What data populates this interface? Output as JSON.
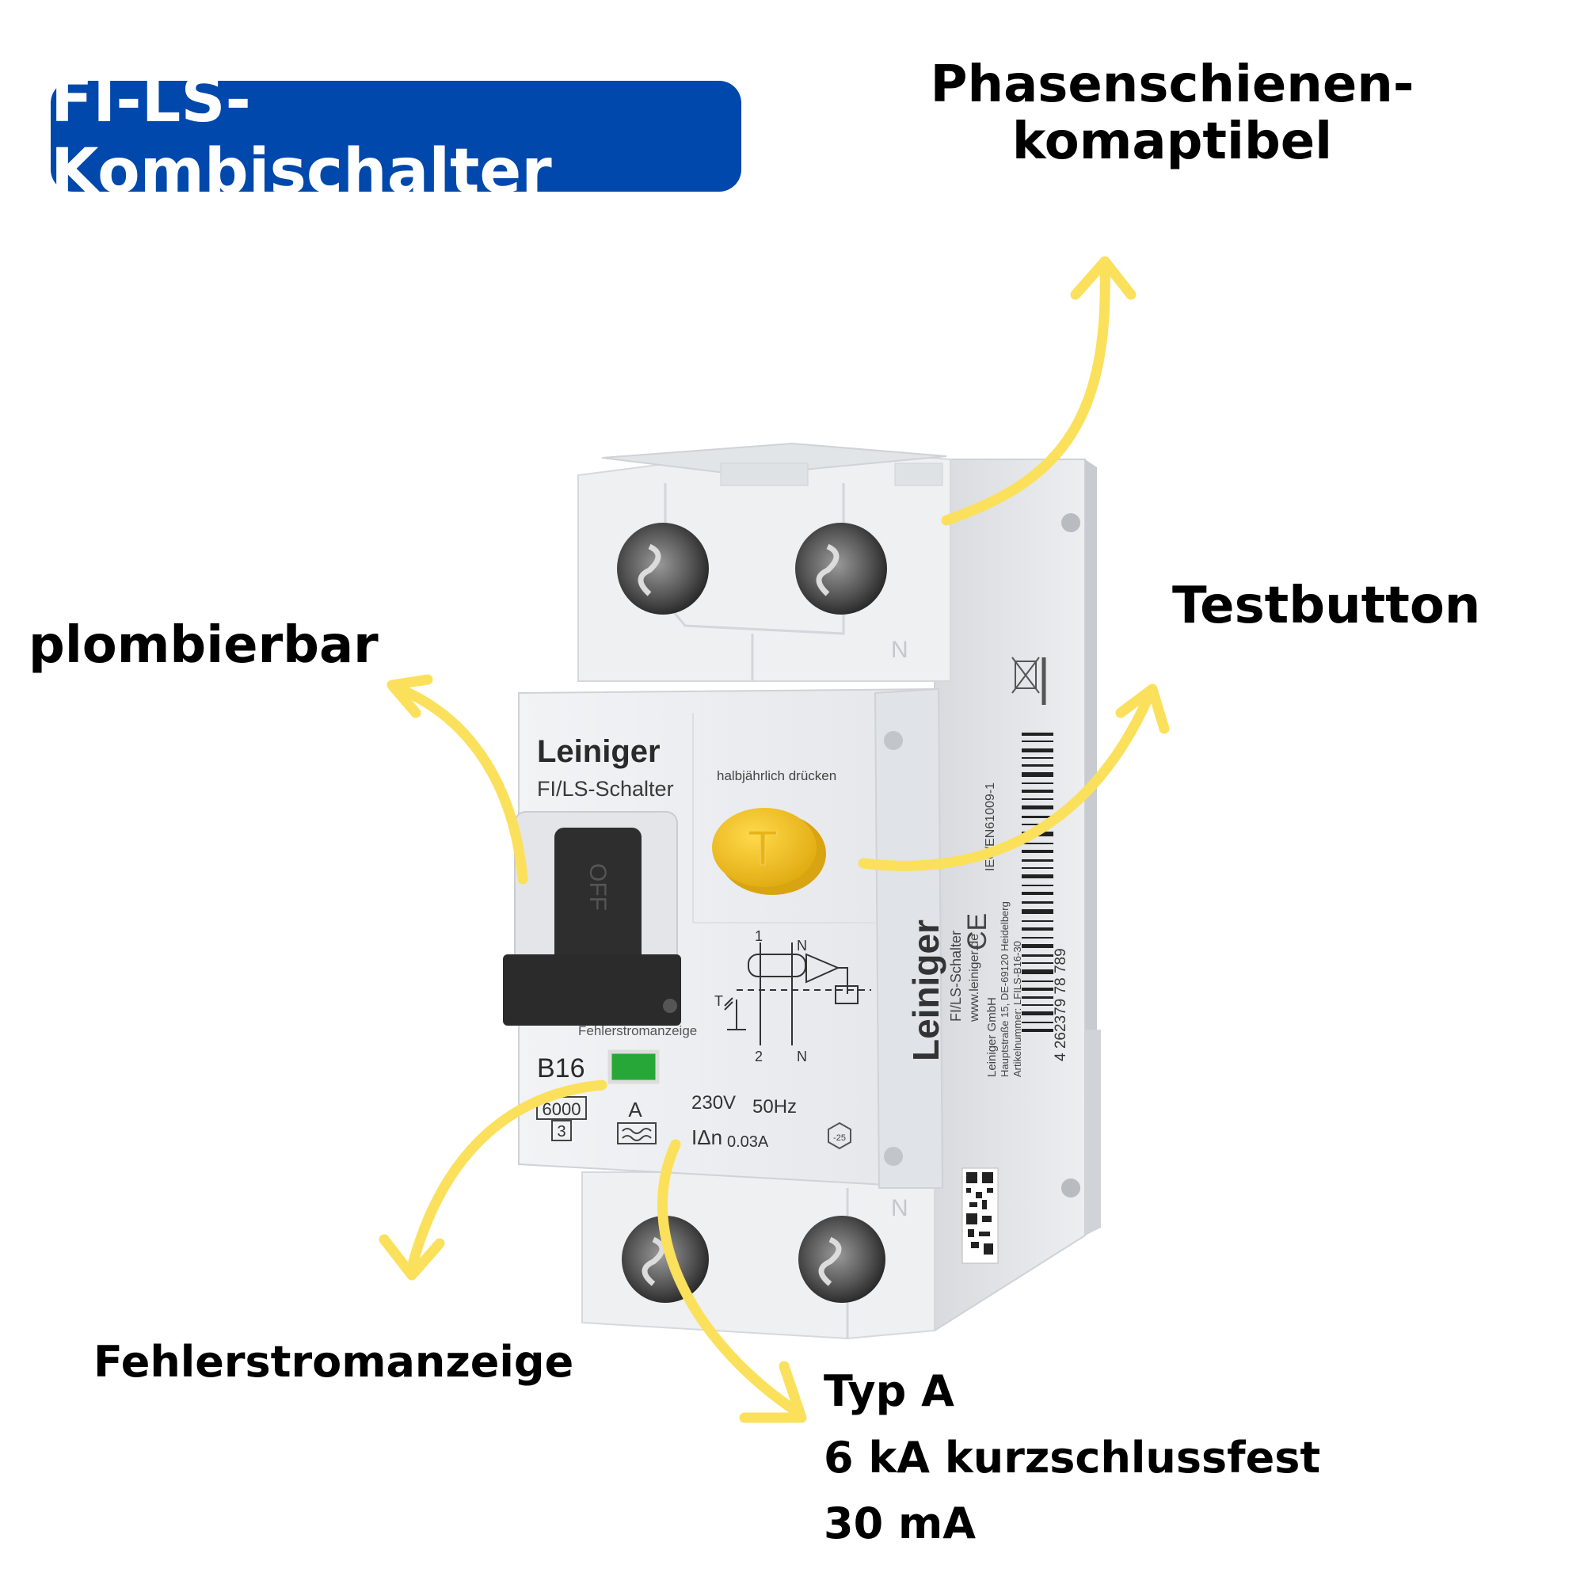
{
  "title": "FI-LS-Kombischalter",
  "callouts": {
    "phase_line1": "Phasenschienen-",
    "phase_line2": "komaptibel",
    "plombierbar": "plombierbar",
    "testbutton": "Testbutton",
    "fehlerstromanzeige": "Fehlerstromanzeige",
    "typ_a": "Typ A",
    "kurzschluss": "6 kA kurzschlussfest",
    "ma": "30 mA"
  },
  "device": {
    "brand": "Leiniger",
    "model": "FI/LS-Schalter",
    "test_hint": "halbjährlich drücken",
    "test_letter": "T",
    "toggle_label": "OFF",
    "indicator_label": "Fehlerstromanzeige",
    "rating": "B16",
    "breaking_capacity": "6000",
    "class": "3",
    "type_letter": "A",
    "voltage": "230V",
    "frequency": "50Hz",
    "residual_label": "IΔn",
    "residual_value": "0.03A",
    "temp": "-25",
    "neutral": "N",
    "diagram_1": "1",
    "diagram_2": "2",
    "diagram_n": "N",
    "diagram_t": "T",
    "side_brand": "Leiniger",
    "side_model": "FI/LS-Schalter",
    "side_web": "www.leiniger.de",
    "side_standard": "IEC/EN61009-1",
    "side_company": "Leiniger GmbH",
    "side_address": "Hauptstraße 15, DE-69120 Heidelberg",
    "side_article": "Artikelnummer: LFILS-B16-30",
    "barcode_number": "4 262379 78 789",
    "ce_mark": "CE"
  },
  "colors": {
    "badge": "#0048ab",
    "arrow": "#fbe05c",
    "test_button": "#f3c21b",
    "indicator": "#27a737",
    "toggle": "#2b2b2b"
  }
}
